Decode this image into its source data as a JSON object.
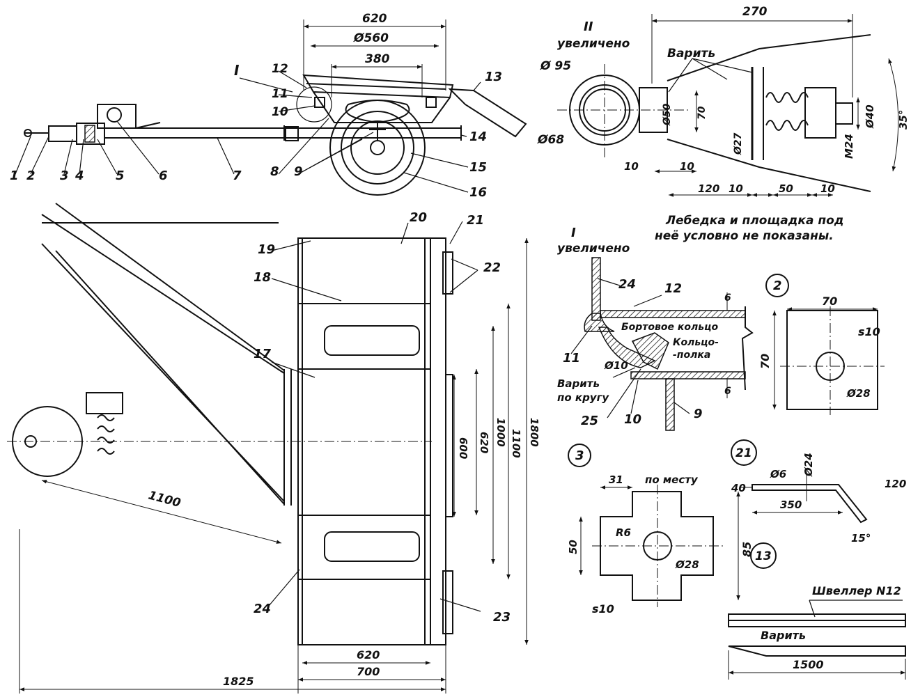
{
  "labels": {
    "top": {
      "d620": "620",
      "d560": "Ø560",
      "d380": "380",
      "mark_I": "I",
      "p1": "1",
      "p2": "2",
      "p3": "3",
      "p4": "4",
      "p5": "5",
      "p6": "6",
      "p7": "7",
      "p8": "8",
      "p9": "9",
      "p10": "10",
      "p11": "11",
      "p12": "12",
      "p13": "13",
      "p14": "14",
      "p15": "15",
      "p16": "16"
    },
    "detail2_view": {
      "title_mark": "II",
      "title_word": "увеличено",
      "d270": "270",
      "weld": "Варить",
      "d95": "Ø 95",
      "d68": "Ø68",
      "d50": "Ø50",
      "d70": "70",
      "d27": "Ø27",
      "m24": "M24",
      "d40": "Ø40",
      "ang35": "35°",
      "d10a": "10",
      "d10b": "10",
      "d120": "120",
      "d10c": "10",
      "d50b": "50",
      "d10d": "10",
      "note_line1": "Лебедка и площадка под",
      "note_line2": "неё условно не показаны."
    },
    "detail1_view": {
      "title_mark": "I",
      "title_word": "увеличено",
      "p24": "24",
      "p12": "12",
      "s6a": "6",
      "bead_ring": "Бортовое кольцо",
      "ring_shelf_1": "Кольцо-",
      "ring_shelf_2": "-полка",
      "p11": "11",
      "d10": "Ø10",
      "weld_1": "Варить",
      "weld_2": "по кругу",
      "p25": "25",
      "p10": "10",
      "p9": "9",
      "s6b": "6"
    },
    "part2": {
      "num": "2",
      "w70": "70",
      "h70": "70",
      "s10": "s10",
      "d28": "Ø28"
    },
    "part3": {
      "num": "3",
      "d31": "31",
      "fit": "по месту",
      "r6": "R6",
      "d50": "50",
      "d28": "Ø28",
      "d85": "85",
      "s10": "s10"
    },
    "part21": {
      "num": "21",
      "d6": "Ø6",
      "d24": "Ø24",
      "d40": "40",
      "d350": "350",
      "d120": "120",
      "d15": "15°"
    },
    "part13": {
      "num": "13",
      "channel": "Швеллер N12",
      "weld": "Варить",
      "d1500": "1500"
    },
    "plan": {
      "p17": "17",
      "p18": "18",
      "p19": "19",
      "p20": "20",
      "p21": "21",
      "p22": "22",
      "p23": "23",
      "p24": "24",
      "d1100": "1100",
      "d600": "600",
      "d620v": "620",
      "d1000": "1000",
      "d1100v": "1100",
      "d1800": "1800",
      "d620h": "620",
      "d700": "700",
      "d1825": "1825"
    }
  }
}
